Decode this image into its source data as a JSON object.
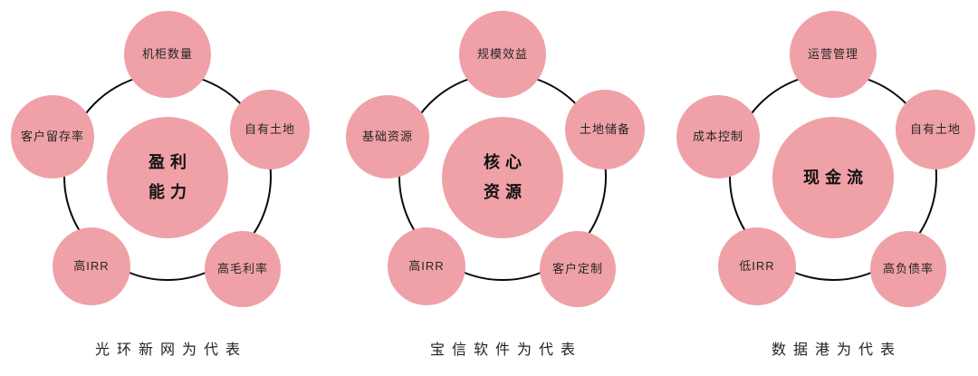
{
  "page": {
    "background": "#ffffff"
  },
  "colors": {
    "circle_fill": "#efa1a7",
    "ring_stroke": "#0a0a0a",
    "text": "#1f1f1f"
  },
  "diagrams": [
    {
      "id": "profitability",
      "center_lines": [
        "盈利",
        "能力"
      ],
      "satellites": [
        {
          "position": "top",
          "label": "机柜数量"
        },
        {
          "position": "left",
          "label": "客户留存率"
        },
        {
          "position": "right",
          "label": "自有土地"
        },
        {
          "position": "bottom-left",
          "label": "高IRR"
        },
        {
          "position": "bottom-right",
          "label": "高毛利率"
        }
      ],
      "caption": "光环新网为代表"
    },
    {
      "id": "core-resources",
      "center_lines": [
        "核心",
        "资源"
      ],
      "satellites": [
        {
          "position": "top",
          "label": "规模效益"
        },
        {
          "position": "left",
          "label": "基础资源"
        },
        {
          "position": "right",
          "label": "土地储备"
        },
        {
          "position": "bottom-left",
          "label": "高IRR"
        },
        {
          "position": "bottom-right",
          "label": "客户定制"
        }
      ],
      "caption": "宝信软件为代表"
    },
    {
      "id": "cash-flow",
      "center_lines": [
        "现金流"
      ],
      "satellites": [
        {
          "position": "top",
          "label": "运营管理"
        },
        {
          "position": "left",
          "label": "成本控制"
        },
        {
          "position": "right",
          "label": "自有土地"
        },
        {
          "position": "bottom-left",
          "label": "低IRR"
        },
        {
          "position": "bottom-right",
          "label": "高负债率"
        }
      ],
      "caption": "数据港为代表"
    }
  ]
}
